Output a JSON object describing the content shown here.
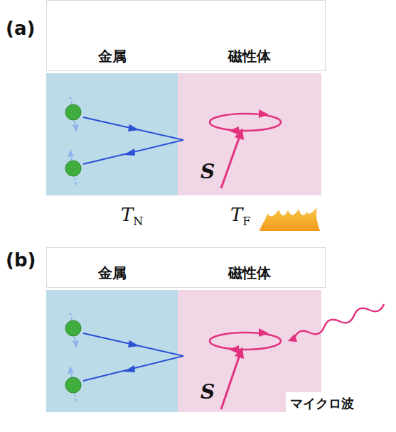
{
  "diagram": {
    "nodes": [
      {
        "text": [
          "金属"
        ]
      },
      {
        "text": [
          "磁性体"
        ]
      },
      {
        "text": [
          "金属"
        ]
      },
      {
        "text": [
          "磁性体"
        ]
      }
    ],
    "labels": [
      "(a)",
      "S",
      "TN",
      "TF",
      "(b)",
      "S",
      "マイクロ波"
    ]
  }
}
